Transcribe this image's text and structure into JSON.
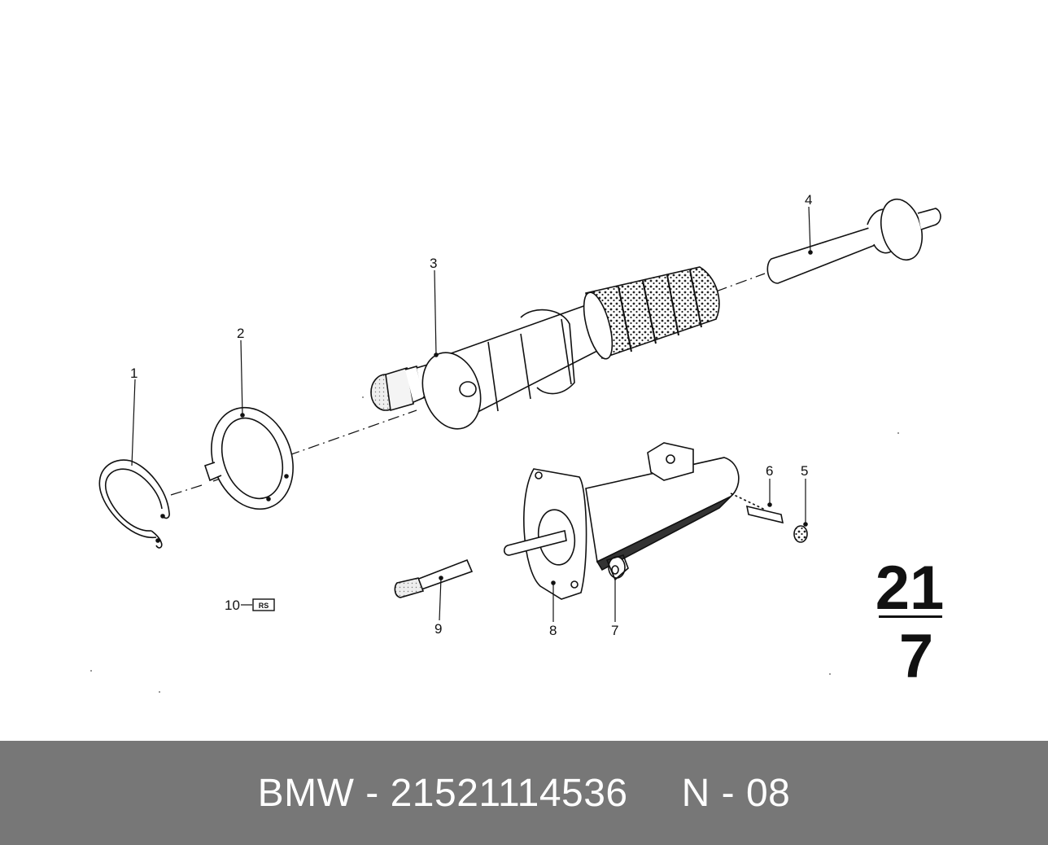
{
  "callouts": {
    "c1": "1",
    "c2": "2",
    "c3": "3",
    "c4": "4",
    "c5": "5",
    "c6": "6",
    "c7": "7",
    "c8": "8",
    "c9": "9",
    "c10": "10"
  },
  "kit_badge": "RS",
  "group": {
    "main": "21",
    "sub": "7"
  },
  "footer": {
    "part_text": "BMW - 21521114536",
    "code_text": "N - 08"
  },
  "colors": {
    "footer_bg": "#777777",
    "footer_text": "#ffffff",
    "line": "#111111"
  }
}
